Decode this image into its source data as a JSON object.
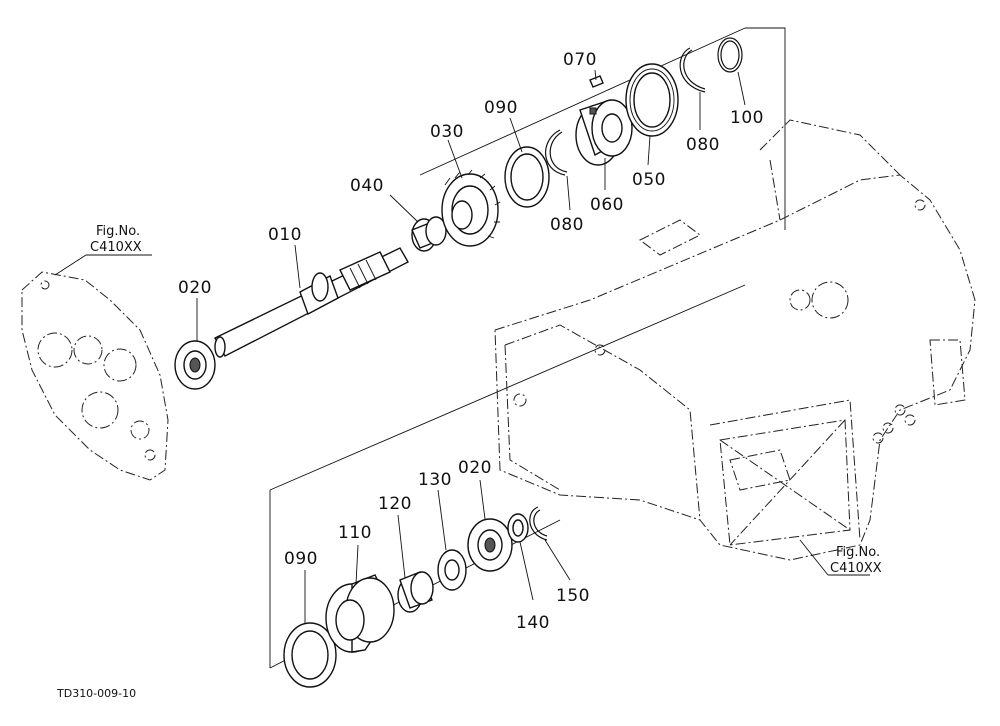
{
  "parts": {
    "p070": "070",
    "p090_top": "090",
    "p030": "030",
    "p040": "040",
    "p010": "010",
    "p020_top": "020",
    "p050": "050",
    "p060": "060",
    "p080_right": "080",
    "p080_left": "080",
    "p100": "100",
    "p020_bottom": "020",
    "p130": "130",
    "p120": "120",
    "p110": "110",
    "p090_bottom": "090",
    "p140": "140",
    "p150": "150"
  },
  "fig_refs": {
    "left_line1": "Fig.No.",
    "left_line2": "C410XX",
    "right_line1": "Fig.No.",
    "right_line2": "C410XX"
  },
  "drawing_code": "TD310-009-10"
}
